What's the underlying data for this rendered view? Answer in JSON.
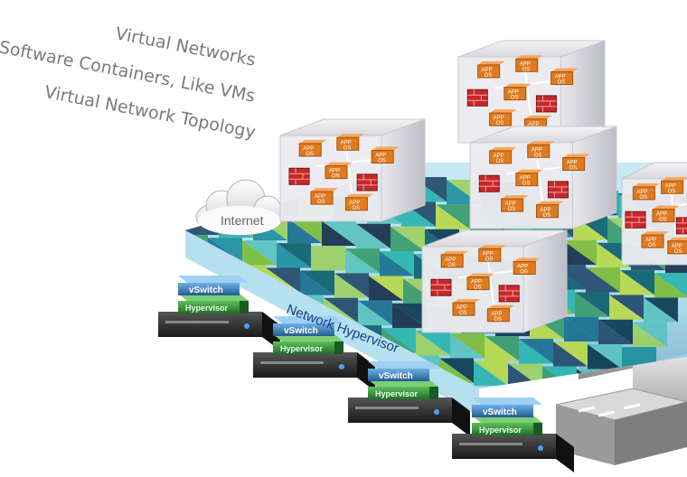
{
  "captions": {
    "line1": "Virtual Networks",
    "line2": "Software Containers, Like VMs",
    "line3": "Virtual Network Topology"
  },
  "internet_label": "Internet",
  "network_hypervisor_label": "Network Hypervisor",
  "server_labels": {
    "vswitch": "vSwitch",
    "hypervisor": "Hypervisor"
  },
  "vm_labels": {
    "app": "APP",
    "os": "OS"
  },
  "colors": {
    "caption_text": "#7a7a7a",
    "vswitch_blue": "#2d6fa8",
    "hypervisor_green": "#2f8a3a",
    "fabric_teal": "#1d8fa0",
    "fabric_green": "#7dbb3a",
    "vm_orange": "#e07a1f",
    "firewall_red": "#c8282b",
    "server_dark": "#2a2a2a"
  }
}
